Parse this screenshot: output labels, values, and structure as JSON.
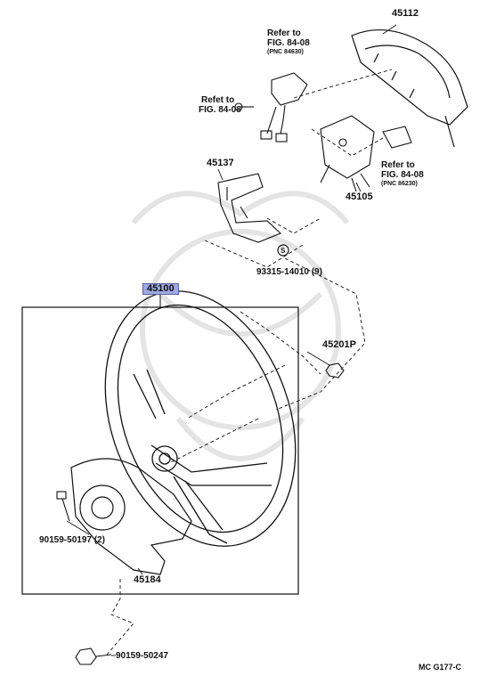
{
  "parts": {
    "p45112": "45112",
    "p45137": "45137",
    "p45105": "45105",
    "p45100": "45100",
    "p45201P": "45201P",
    "p45184": "45184",
    "bolt_screw": "93315-14010 (9)",
    "screw_small": "90159-50197 (2)",
    "bolt_bottom": "90159-50247"
  },
  "refs": {
    "ref1_line1": "Refer to",
    "ref1_line2": "FIG. 84-08",
    "ref1_line3": "(PNC 84630)",
    "ref2_line1": "Refet to",
    "ref2_line2": "FIG. 84-08",
    "ref3_line1": "Refer to",
    "ref3_line2": "FIG. 84-08",
    "ref3_line3": "(PNC 86230)"
  },
  "marker": "S",
  "footer": "MC  G177-C",
  "colors": {
    "ink": "#111111",
    "highlight": "#9fa8e0",
    "watermark": "#e6e6e6"
  }
}
